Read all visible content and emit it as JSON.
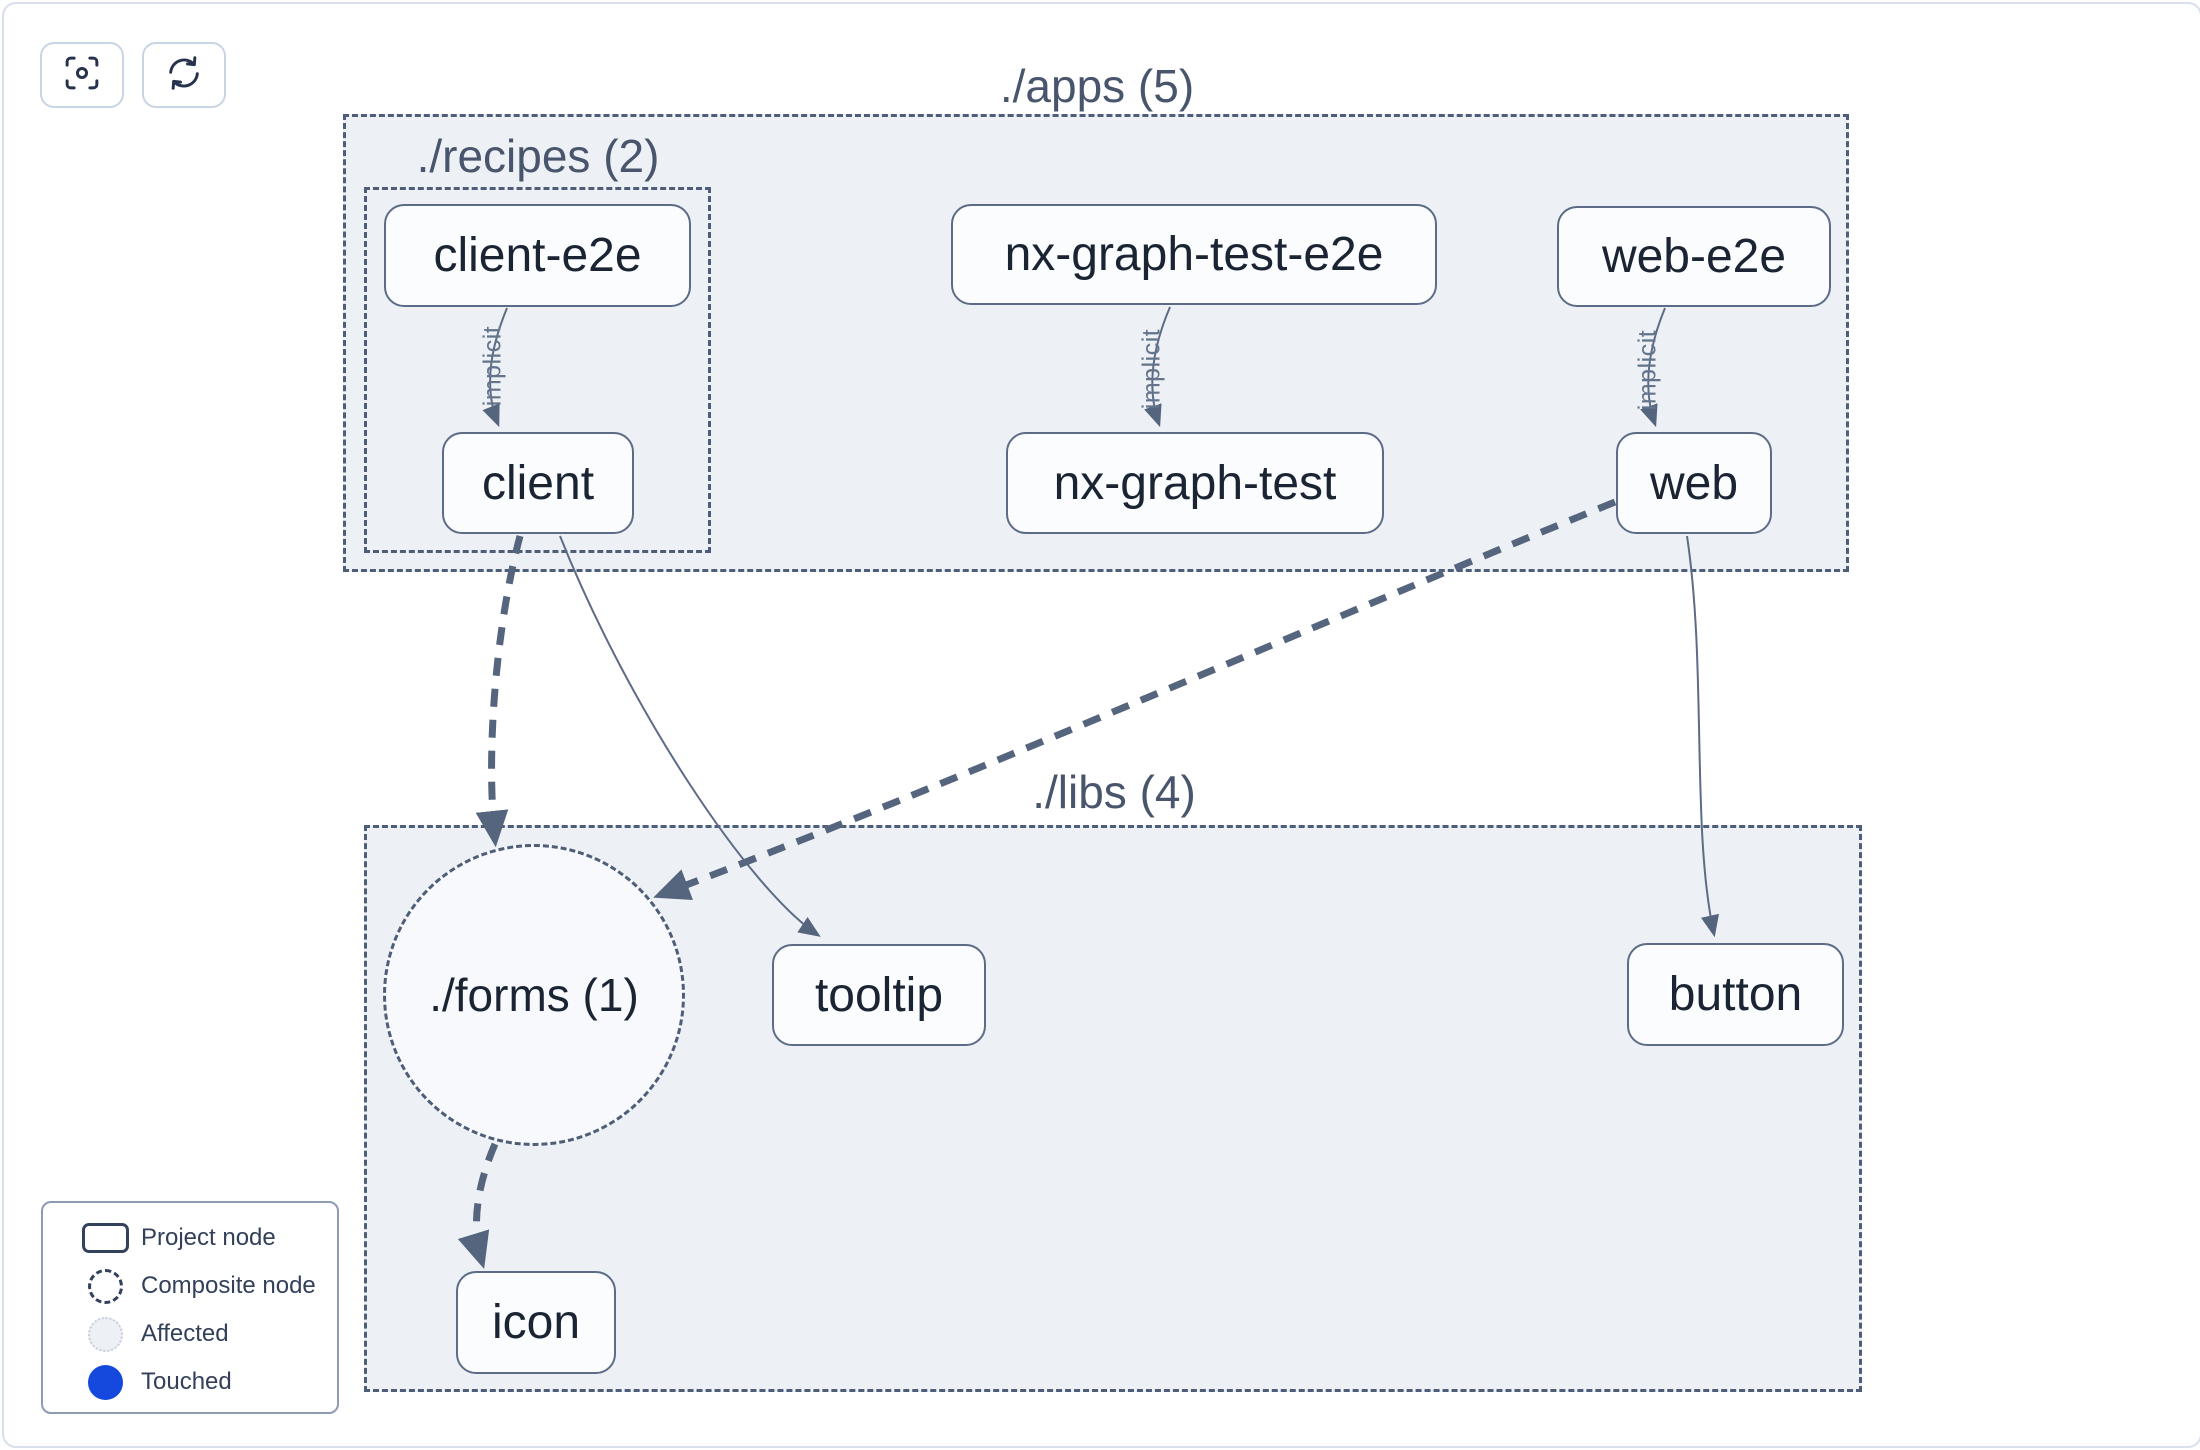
{
  "window": {
    "background": "#ffffff",
    "frame_border": "#d9dfeb"
  },
  "toolbar": {
    "buttons": [
      {
        "name": "center-graph",
        "icon": "focus-icon"
      },
      {
        "name": "refresh-graph",
        "icon": "refresh-icon"
      }
    ]
  },
  "graph": {
    "groups": [
      {
        "id": "apps",
        "label": "./apps (5)"
      },
      {
        "id": "recipes",
        "label": "./recipes (2)"
      },
      {
        "id": "libs",
        "label": "./libs (4)"
      }
    ],
    "nodes": [
      {
        "id": "client-e2e",
        "label": "client-e2e",
        "kind": "project",
        "group": "recipes"
      },
      {
        "id": "client",
        "label": "client",
        "kind": "project",
        "group": "recipes"
      },
      {
        "id": "nx-graph-test-e2e",
        "label": "nx-graph-test-e2e",
        "kind": "project",
        "group": "apps"
      },
      {
        "id": "nx-graph-test",
        "label": "nx-graph-test",
        "kind": "project",
        "group": "apps"
      },
      {
        "id": "web-e2e",
        "label": "web-e2e",
        "kind": "project",
        "group": "apps"
      },
      {
        "id": "web",
        "label": "web",
        "kind": "project",
        "group": "apps"
      },
      {
        "id": "forms",
        "label": "./forms (1)",
        "kind": "composite",
        "group": "libs"
      },
      {
        "id": "tooltip",
        "label": "tooltip",
        "kind": "project",
        "group": "libs"
      },
      {
        "id": "button",
        "label": "button",
        "kind": "project",
        "group": "libs"
      },
      {
        "id": "icon",
        "label": "icon",
        "kind": "project",
        "group": "libs"
      }
    ],
    "edges": [
      {
        "from": "client-e2e",
        "to": "client",
        "label": "implicit",
        "style": "solid-thin"
      },
      {
        "from": "nx-graph-test-e2e",
        "to": "nx-graph-test",
        "label": "implicit",
        "style": "solid-thin"
      },
      {
        "from": "web-e2e",
        "to": "web",
        "label": "implicit",
        "style": "solid-thin"
      },
      {
        "from": "client",
        "to": "forms",
        "label": "",
        "style": "thick-dashed"
      },
      {
        "from": "client",
        "to": "tooltip",
        "label": "",
        "style": "solid-thin"
      },
      {
        "from": "web",
        "to": "forms",
        "label": "",
        "style": "thick-dashed"
      },
      {
        "from": "web",
        "to": "button",
        "label": "",
        "style": "solid-thin"
      },
      {
        "from": "forms",
        "to": "icon",
        "label": "",
        "style": "thick-dashed"
      }
    ]
  },
  "legend": {
    "items": [
      {
        "label": "Project node",
        "icon": "project-node-icon"
      },
      {
        "label": "Composite node",
        "icon": "composite-node-icon"
      },
      {
        "label": "Affected",
        "icon": "affected-icon"
      },
      {
        "label": "Touched",
        "icon": "touched-icon"
      }
    ]
  },
  "colors": {
    "group_fill": "#edf1f6",
    "group_border": "#4f5e78",
    "node_fill": "#fbfcfe",
    "node_border": "#5d6c86",
    "node_text": "#1a2433",
    "edge": "#5b6b83",
    "edge_label": "#64748b",
    "touched_blue": "#1548dc"
  }
}
